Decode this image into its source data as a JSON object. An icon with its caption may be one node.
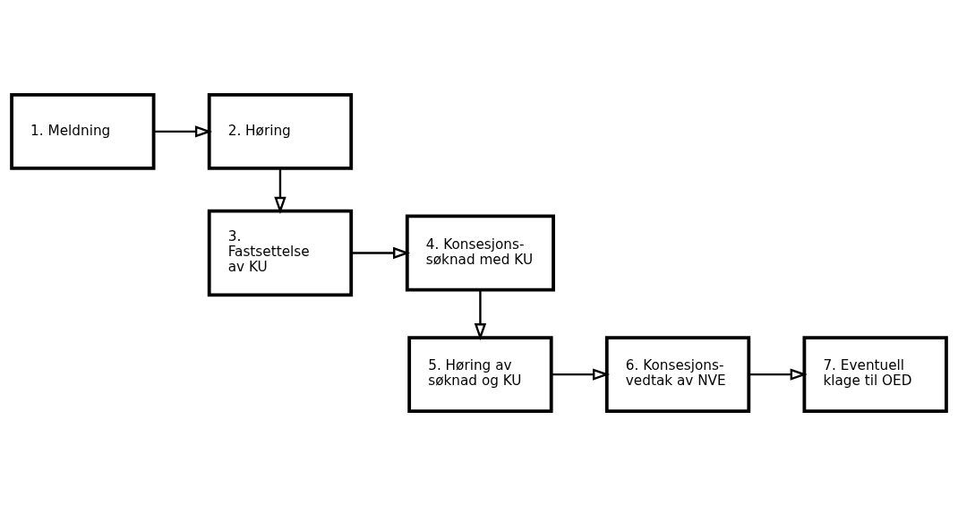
{
  "diagram": {
    "nodes": [
      {
        "text": [
          "1. Meldning"
        ]
      },
      {
        "text": [
          "2. Høring"
        ]
      },
      {
        "text": [
          "3. Fastsettelse av KU"
        ]
      },
      {
        "text": [
          "4. Konsesjons-søknad med KU"
        ]
      },
      {
        "text": [
          "5. Høring av søknad og KU"
        ]
      },
      {
        "text": [
          "6. Konsesjons-vedtak av NVE"
        ]
      },
      {
        "text": [
          "7. Eventuell klage til OED"
        ]
      }
    ],
    "edges": [
      {
        "from": 0,
        "to": 1,
        "arrow": "to"
      },
      {
        "from": 1,
        "to": 2,
        "arrow": "to"
      },
      {
        "from": 2,
        "to": 3,
        "arrow": "to"
      },
      {
        "from": 3,
        "to": 4,
        "arrow": "to"
      },
      {
        "from": 4,
        "to": 5,
        "arrow": "to"
      },
      {
        "from": 5,
        "to": 6,
        "arrow": "to"
      }
    ]
  }
}
